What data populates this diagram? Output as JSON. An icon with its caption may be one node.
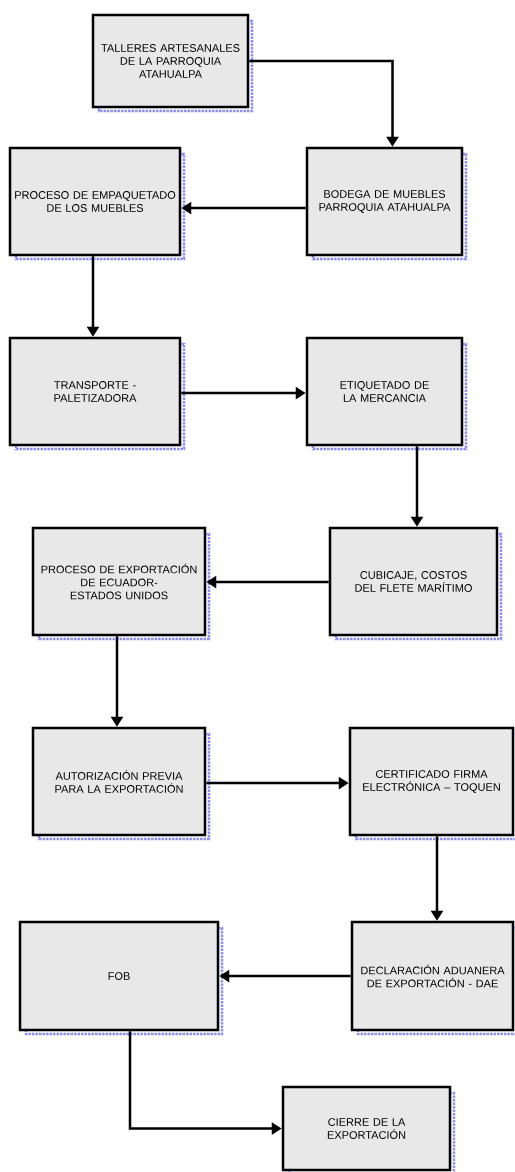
{
  "diagram": {
    "nodes": [
      {
        "text": [
          "TALLERES ARTESANALES DE LA PARROQUIA ATAHUALPA"
        ]
      },
      {
        "text": [
          "BODEGA DE MUEBLES PARROQUIA ATAHUALPA"
        ]
      },
      {
        "text": [
          "PROCESO DE EMPAQUETADO DE LOS MUEBLES"
        ]
      },
      {
        "text": [
          "TRANSPORTE - PALETIZADORA"
        ]
      },
      {
        "text": [
          "ETIQUETADO DE LA MERCANCIA"
        ]
      },
      {
        "text": [
          "CUBICAJE, COSTOS DEL FLETE MARÍTIMO"
        ]
      },
      {
        "text": [
          "PROCESO DE EXPORTACIÓN DE ECUADOR-ESTADOS UNIDOS"
        ]
      },
      {
        "text": [
          "AUTORIZACIÓN PREVIA PARA LA EXPORTACIÓN"
        ]
      },
      {
        "text": [
          "CERTIFICADO FIRMA ELECTRÓNICA – TOQUEN"
        ]
      },
      {
        "text": [
          "DECLARACIÓN ADUANERA DE EXPORTACIÓN - DAE"
        ]
      },
      {
        "text": [
          "FOB"
        ]
      },
      {
        "text": [
          "CIERRE DE LA EXPORTACIÓN"
        ]
      }
    ],
    "edges": [
      {
        "from": 0,
        "to": 1,
        "arrow": "to"
      },
      {
        "from": 1,
        "to": 2,
        "arrow": "to"
      },
      {
        "from": 2,
        "to": 3,
        "arrow": "to"
      },
      {
        "from": 3,
        "to": 4,
        "arrow": "to"
      },
      {
        "from": 4,
        "to": 5,
        "arrow": "to"
      },
      {
        "from": 5,
        "to": 6,
        "arrow": "to"
      },
      {
        "from": 6,
        "to": 7,
        "arrow": "to"
      },
      {
        "from": 7,
        "to": 8,
        "arrow": "to"
      },
      {
        "from": 8,
        "to": 9,
        "arrow": "to"
      },
      {
        "from": 9,
        "to": 10,
        "arrow": "to"
      },
      {
        "from": 10,
        "to": 11,
        "arrow": "to"
      }
    ]
  }
}
